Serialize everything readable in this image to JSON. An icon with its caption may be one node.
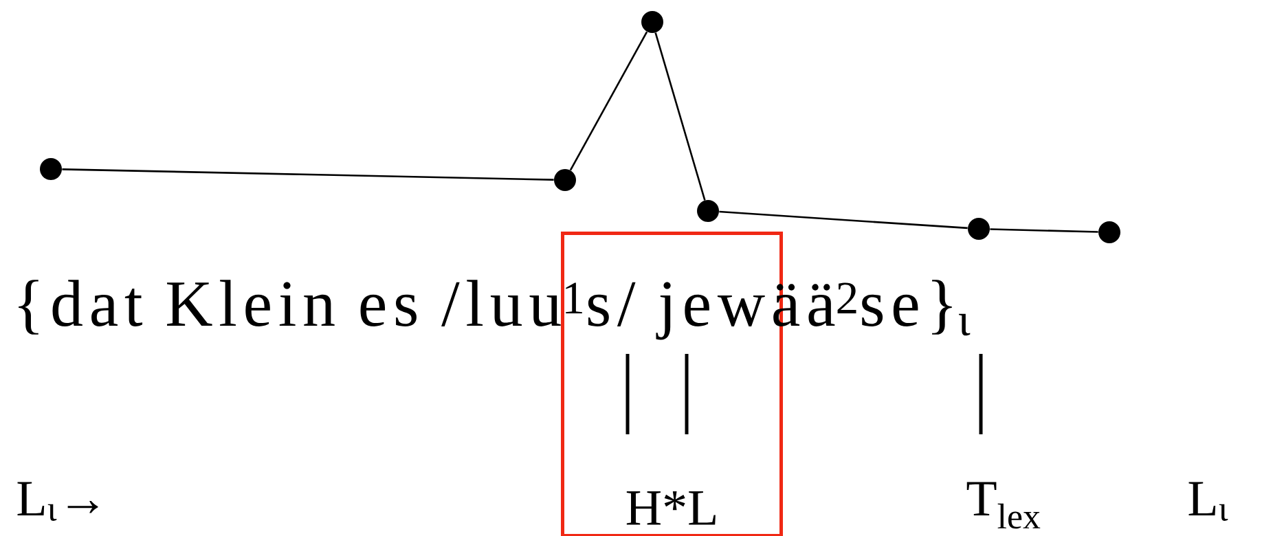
{
  "diagram": {
    "nodes": [
      {
        "text": [],
        "shape": "circle"
      },
      {
        "text": [],
        "shape": "circle"
      },
      {
        "text": [],
        "shape": "circle"
      },
      {
        "text": [],
        "shape": "circle"
      },
      {
        "text": [],
        "shape": "circle"
      },
      {
        "text": [],
        "shape": "circle"
      },
      {
        "text": [
          "H*L"
        ]
      }
    ],
    "edges": [
      {
        "from": 0,
        "to": 1,
        "arrow": "none"
      },
      {
        "from": 1,
        "to": 2,
        "arrow": "none"
      },
      {
        "from": 2,
        "to": 3,
        "arrow": "none"
      },
      {
        "from": 3,
        "to": 4,
        "arrow": "none"
      },
      {
        "from": 4,
        "to": 5,
        "arrow": "none"
      }
    ],
    "labels": [
      "{dat Klein es /luu$^{1}$s/ jewää$^{2}$se}$_{ι}$",
      "L$_{ι}$→",
      "T$_{lex}$",
      "L$_{ι}$"
    ]
  }
}
